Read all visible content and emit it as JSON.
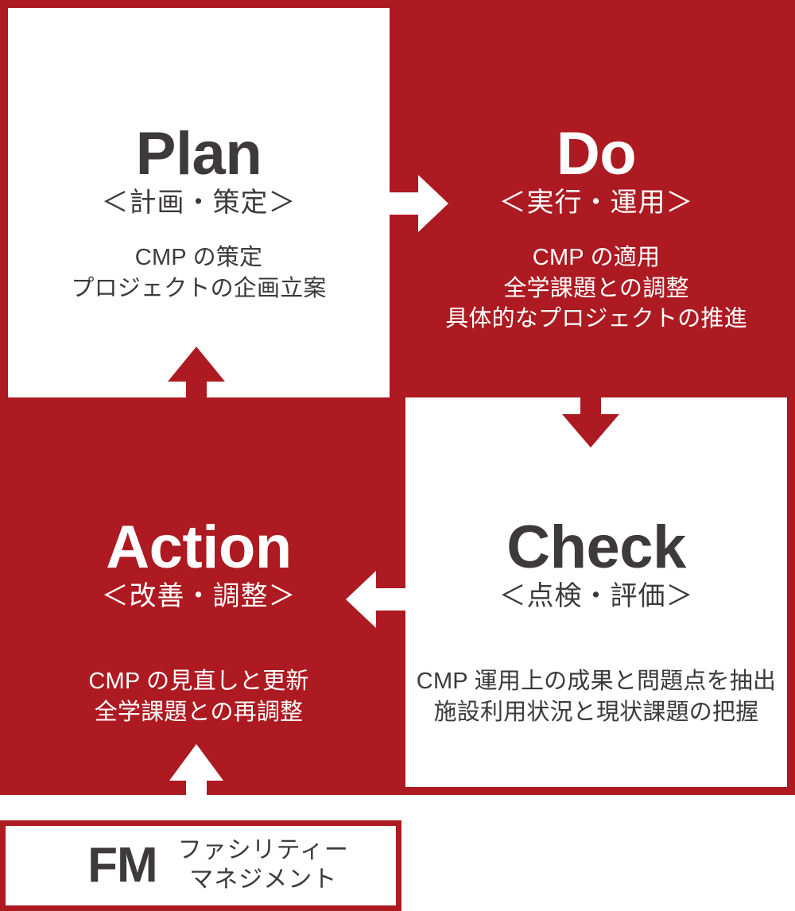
{
  "diagram": {
    "title": "PDCA cycle",
    "colors": {
      "accent_red": "#AD1A21",
      "text_dark": "#3E3A39",
      "text_light": "#FFFFFF",
      "background": "#FFFFFF"
    },
    "quadrants": [
      {
        "id": "plan",
        "heading": "Plan",
        "subheading": "＜計画・策定＞",
        "body": [
          "CMP の策定",
          "プロジェクトの企画立案"
        ],
        "style": "white-on-red-border"
      },
      {
        "id": "do",
        "heading": "Do",
        "subheading": "＜実行・運用＞",
        "body": [
          "CMP の適用",
          "全学課題との調整",
          "具体的なプロジェクトの推進"
        ],
        "style": "white-on-red-fill"
      },
      {
        "id": "check",
        "heading": "Check",
        "subheading": "＜点検・評価＞",
        "body": [
          "CMP 運用上の成果と問題点を抽出",
          "施設利用状況と現状課題の把握"
        ],
        "style": "white-on-red-border"
      },
      {
        "id": "action",
        "heading": "Action",
        "subheading": "＜改善・調整＞",
        "body": [
          "CMP の見直しと更新",
          "全学課題との再調整"
        ],
        "style": "white-on-red-fill"
      }
    ],
    "arrows": [
      {
        "id": "plan-to-do",
        "from": "plan",
        "to": "do",
        "direction": "right",
        "color": "#FFFFFF"
      },
      {
        "id": "do-to-check",
        "from": "do",
        "to": "check",
        "direction": "down",
        "color": "#AD1A21"
      },
      {
        "id": "check-to-action",
        "from": "check",
        "to": "action",
        "direction": "left",
        "color": "#FFFFFF"
      },
      {
        "id": "action-to-plan",
        "from": "action",
        "to": "plan",
        "direction": "up",
        "color": "#AD1A21"
      },
      {
        "id": "fm-to-action",
        "from": "fm",
        "to": "action",
        "direction": "up",
        "color": "#FFFFFF"
      }
    ],
    "footer_box": {
      "abbreviation": "FM",
      "label_lines": [
        "ファシリティー",
        "マネジメント"
      ]
    }
  }
}
